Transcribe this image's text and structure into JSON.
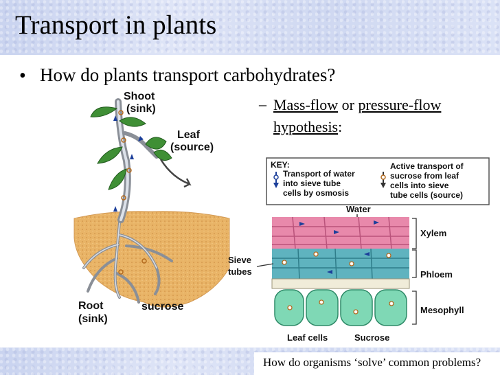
{
  "title": "Transport in plants",
  "bullet": {
    "symbol": "•",
    "text": "How do plants transport carbohydrates?"
  },
  "sub_point": {
    "dash": "–",
    "part1": "Mass-flow",
    "part2": " or ",
    "part3": "pressure-flow",
    "part4": "hypothesis",
    "part5": ":"
  },
  "plant_figure": {
    "shoot": "Shoot",
    "shoot_sink": "(sink)",
    "leaf": "Leaf",
    "leaf_source": "(source)",
    "root": "Root",
    "root_sink": "(sink)",
    "sucrose": "sucrose"
  },
  "key": {
    "heading": "KEY:",
    "water_line1": "Transport of water",
    "water_line2": "into sieve tube",
    "water_line3": "cells by osmosis",
    "active_line1": "Active transport of",
    "active_line2": "sucrose from leaf",
    "active_line3": "cells into sieve",
    "active_line4": "tube cells (source)"
  },
  "tissue_figure": {
    "water": "Water",
    "xylem": "Xylem",
    "sieve1": "Sieve",
    "sieve2": "tubes",
    "phloem": "Phloem",
    "mesophyll": "Mesophyll",
    "leaf_cells": "Leaf cells",
    "sucrose": "Sucrose"
  },
  "footer": "How do organisms ‘solve’ common problems?"
}
